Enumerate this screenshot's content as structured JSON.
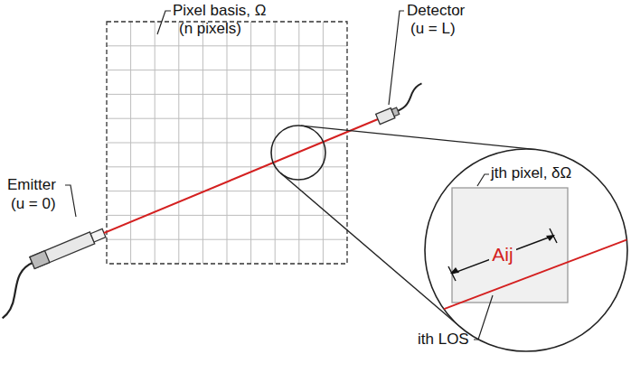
{
  "diagram": {
    "labels": [
      "Pixel basis, Ω",
      "(n pixels)",
      "Detector",
      "(u = L)",
      "Emitter",
      "(u = 0)",
      "jth pixel, δΩ",
      "Aij",
      "ith LOS"
    ]
  }
}
